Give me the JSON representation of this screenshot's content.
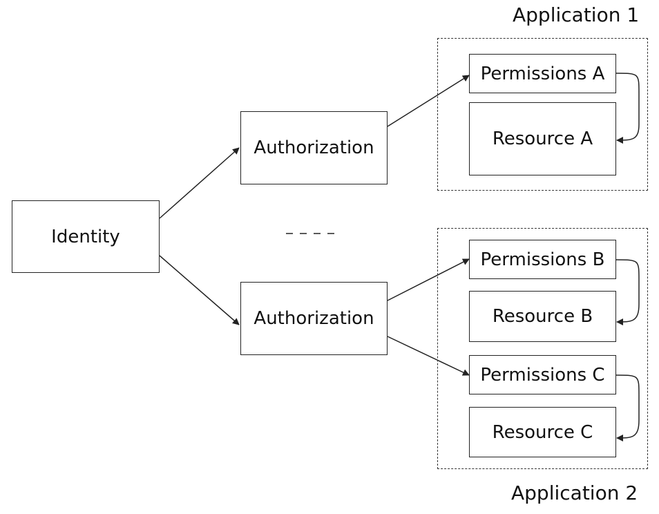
{
  "nodes": {
    "identity": "Identity",
    "authorization_top": "Authorization",
    "authorization_bottom": "Authorization",
    "permissions_a": "Permissions A",
    "resource_a": "Resource A",
    "permissions_b": "Permissions B",
    "resource_b": "Resource B",
    "permissions_c": "Permissions C",
    "resource_c": "Resource C"
  },
  "groups": {
    "application_1": "Application 1",
    "application_2": "Application 2"
  },
  "colors": {
    "stroke": "#222222",
    "background": "#ffffff"
  }
}
